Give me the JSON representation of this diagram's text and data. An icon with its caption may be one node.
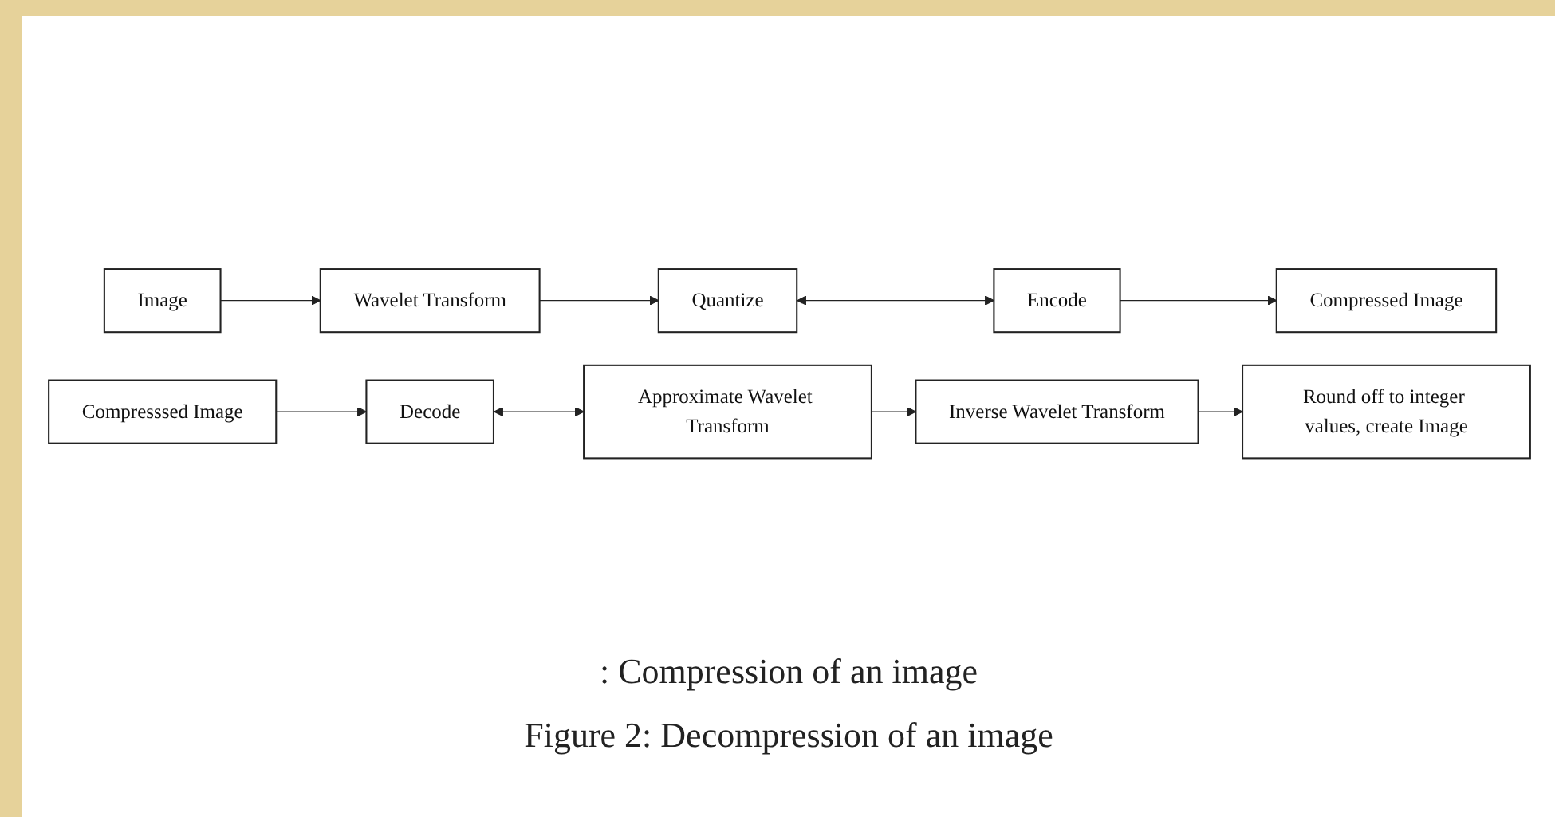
{
  "diagram": {
    "nodes": [
      {
        "text": [
          "Image"
        ]
      },
      {
        "text": [
          "Wavelet Transform"
        ]
      },
      {
        "text": [
          "Quantize"
        ]
      },
      {
        "text": [
          "Encode"
        ]
      },
      {
        "text": [
          "Compressed Image"
        ]
      },
      {
        "text": [
          "Compresssed Image"
        ]
      },
      {
        "text": [
          "Decode"
        ]
      },
      {
        "text": [
          "Approximate Wavelet Transform"
        ]
      },
      {
        "text": [
          "Inverse Wavelet Transform"
        ]
      },
      {
        "text": [
          "Round off to integer values, create Image"
        ]
      }
    ],
    "edges": [
      {
        "from": 0,
        "to": 1,
        "arrow": "to"
      },
      {
        "from": 1,
        "to": 2,
        "arrow": "to"
      },
      {
        "from": 2,
        "to": 3,
        "arrow": "both"
      },
      {
        "from": 3,
        "to": 4,
        "arrow": "to"
      },
      {
        "from": 5,
        "to": 6,
        "arrow": "to"
      },
      {
        "from": 6,
        "to": 7,
        "arrow": "both"
      },
      {
        "from": 7,
        "to": 8,
        "arrow": "to"
      },
      {
        "from": 8,
        "to": 9,
        "arrow": "to"
      }
    ],
    "labels": [
      ": Compression of an image",
      "Figure 2: Decompression of an image"
    ]
  }
}
